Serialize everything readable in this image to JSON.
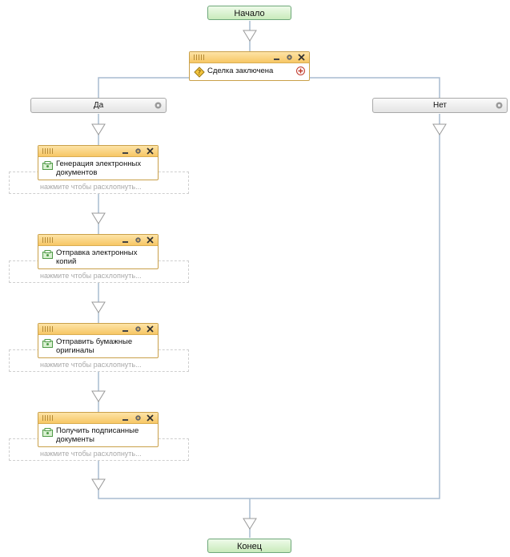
{
  "workflow": {
    "start_label": "Начало",
    "end_label": "Конец",
    "condition": {
      "label": "Сделка заключена"
    },
    "branches": {
      "yes_label": "Да",
      "no_label": "Нет"
    },
    "expand_hint": "нажмите чтобы расхлопнуть...",
    "activities": [
      {
        "label": "Генерация электронных документов"
      },
      {
        "label": "Отправка электронных копий"
      },
      {
        "label": "Отправить бумажные оригиналы"
      },
      {
        "label": "Получить подписанные документы"
      }
    ]
  },
  "colors": {
    "header_orange": "#f7c765",
    "terminal_green": "#c9ebbb",
    "connector_blue": "#a9bcd0"
  },
  "icons": [
    "condition-icon",
    "activity-icon",
    "gear-icon",
    "minimize-icon",
    "close-icon",
    "add-icon",
    "arrow-down-icon"
  ]
}
